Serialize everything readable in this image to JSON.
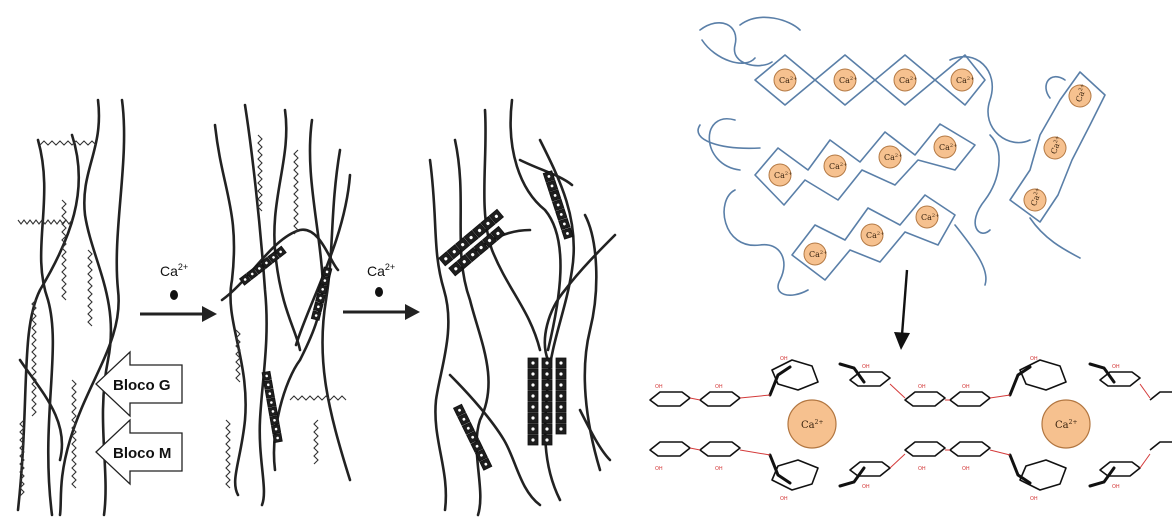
{
  "left_diagram": {
    "stage1_ion_label": "Ca",
    "stage1_ion_charge": "2+",
    "stage2_ion_label": "Ca",
    "stage2_ion_charge": "2+",
    "legend_g_label": "Bloco G",
    "legend_m_label": "Bloco M"
  },
  "right_diagram": {
    "ion_label": "Ca",
    "ion_charge": "2+",
    "ion_count_top": 14,
    "ion_count_bottom": 2,
    "hydroxyl_label": "OH",
    "ion_color": "#f6c18f",
    "chain_color": "#5a7fa8"
  }
}
